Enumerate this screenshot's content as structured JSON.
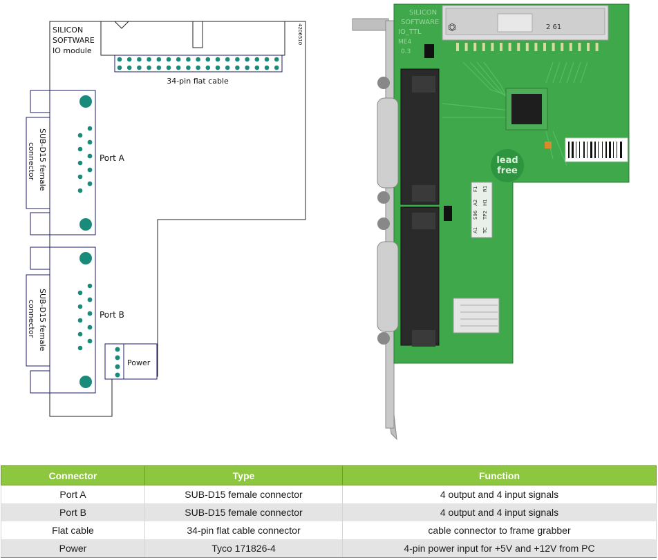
{
  "schematic": {
    "brand_lines": [
      "SILICON",
      "SOFTWARE",
      "IO module"
    ],
    "part_number": "4206510",
    "flat_cable_label": "34-pin flat cable",
    "port_a_label": "Port A",
    "port_b_label": "Port B",
    "power_label": "Power",
    "subd_label_line1": "SUB-D15 female",
    "subd_label_line2": "connector"
  },
  "photo": {
    "board_text_lines": [
      "SILICON",
      "SOFTWARE",
      "IO_TTL",
      "ME4",
      "0.3"
    ],
    "header_text": "2   61",
    "lead_free_line1": "lead",
    "lead_free_line2": "free",
    "small_labels": [
      "A1",
      "S96",
      "A2",
      "F1",
      "TC",
      "TP2",
      "H1",
      "R1"
    ]
  },
  "table": {
    "headers": [
      "Connector",
      "Type",
      "Function"
    ],
    "rows": [
      [
        "Port A",
        "SUB-D15 female connector",
        "4 output and 4 input signals"
      ],
      [
        "Port B",
        "SUB-D15 female connector",
        "4 output and 4 input signals"
      ],
      [
        "Flat cable",
        "34-pin flat cable connector",
        "cable connector to frame grabber"
      ],
      [
        "Power",
        "Tyco 171826-4",
        "4-pin power input for +5V and +12V from PC"
      ]
    ]
  },
  "colors": {
    "table_header": "#8dc63f",
    "pin": "#1a8a7a",
    "outline": "#1a1a6a",
    "pcb": "#3ea84a"
  }
}
